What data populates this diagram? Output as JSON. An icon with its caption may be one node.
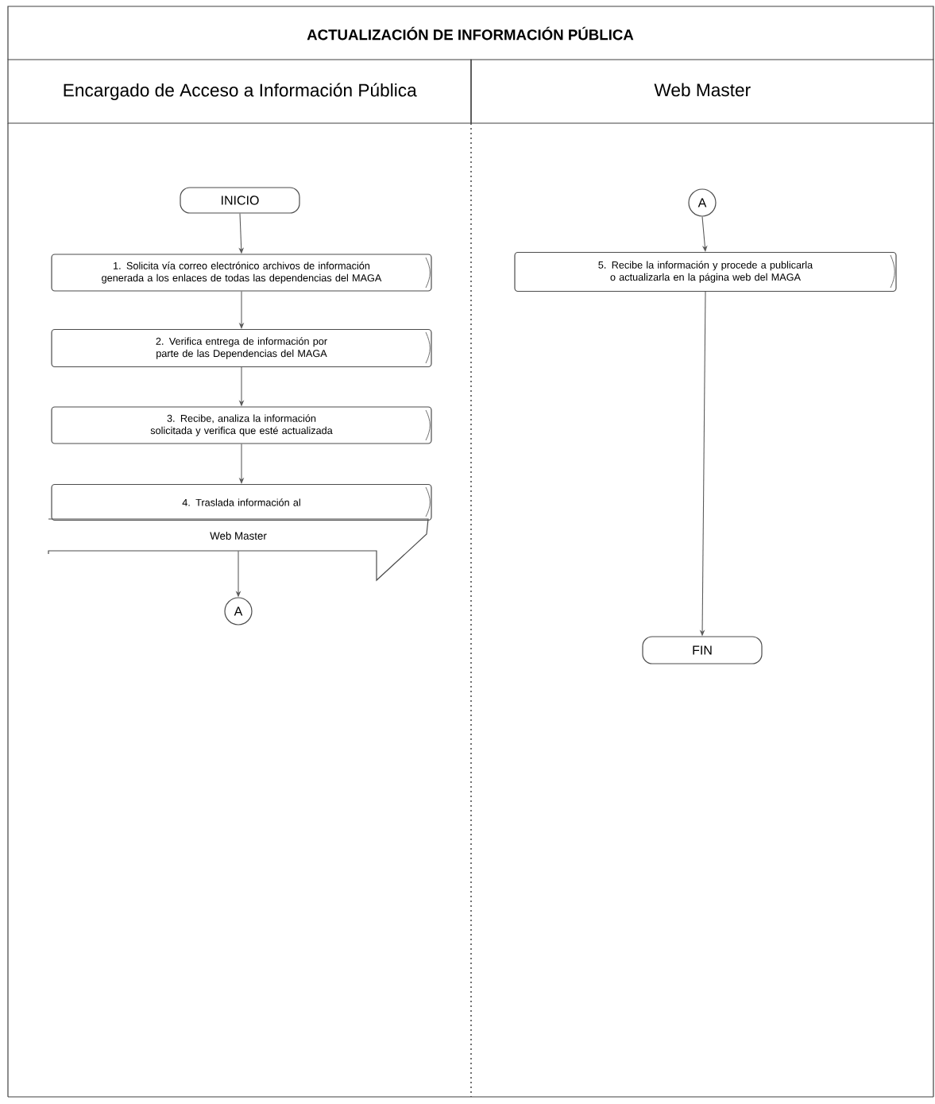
{
  "diagram": {
    "title": "ACTUALIZACIÓN DE INFORMACIÓN PÚBLICA",
    "nodes": [
      {
        "text": [
          "Encargado de Acceso a Información Pública"
        ]
      },
      {
        "text": [
          "Web Master"
        ]
      },
      {
        "text": [
          "INICIO"
        ],
        "in": 0
      },
      {
        "text": [
          "1. Solicita vía correo electrónico archivos de información generada a los enlaces de todas las dependencias del MAGA"
        ],
        "in": 0
      },
      {
        "text": [
          "2. Verifica entrega de información por parte de las Dependencias del MAGA"
        ],
        "in": 0
      },
      {
        "text": [
          "3. Recibe, analiza la información solicitada y verifica que esté actualizada"
        ],
        "in": 0
      },
      {
        "text": [
          "4. Traslada información al"
        ],
        "in": 0
      },
      {
        "text": [
          "Web Master"
        ],
        "in": 0
      },
      {
        "text": [
          "A"
        ],
        "in": 0
      },
      {
        "text": [
          "A"
        ],
        "in": 1
      },
      {
        "text": [
          "5. Recibe la información y procede a publicarla o actualizarla en la página web del MAGA"
        ],
        "in": 1
      },
      {
        "text": [
          "FIN"
        ],
        "in": 1
      }
    ],
    "edges": [
      {
        "from": 2,
        "to": 3,
        "arrow": "to"
      },
      {
        "from": 3,
        "to": 4,
        "arrow": "to"
      },
      {
        "from": 4,
        "to": 5,
        "arrow": "to"
      },
      {
        "from": 5,
        "to": 6,
        "arrow": "to"
      },
      {
        "from": 7,
        "to": 8,
        "arrow": "to"
      },
      {
        "from": 9,
        "to": 10,
        "arrow": "to"
      },
      {
        "from": 10,
        "to": 11,
        "arrow": "to"
      }
    ]
  }
}
